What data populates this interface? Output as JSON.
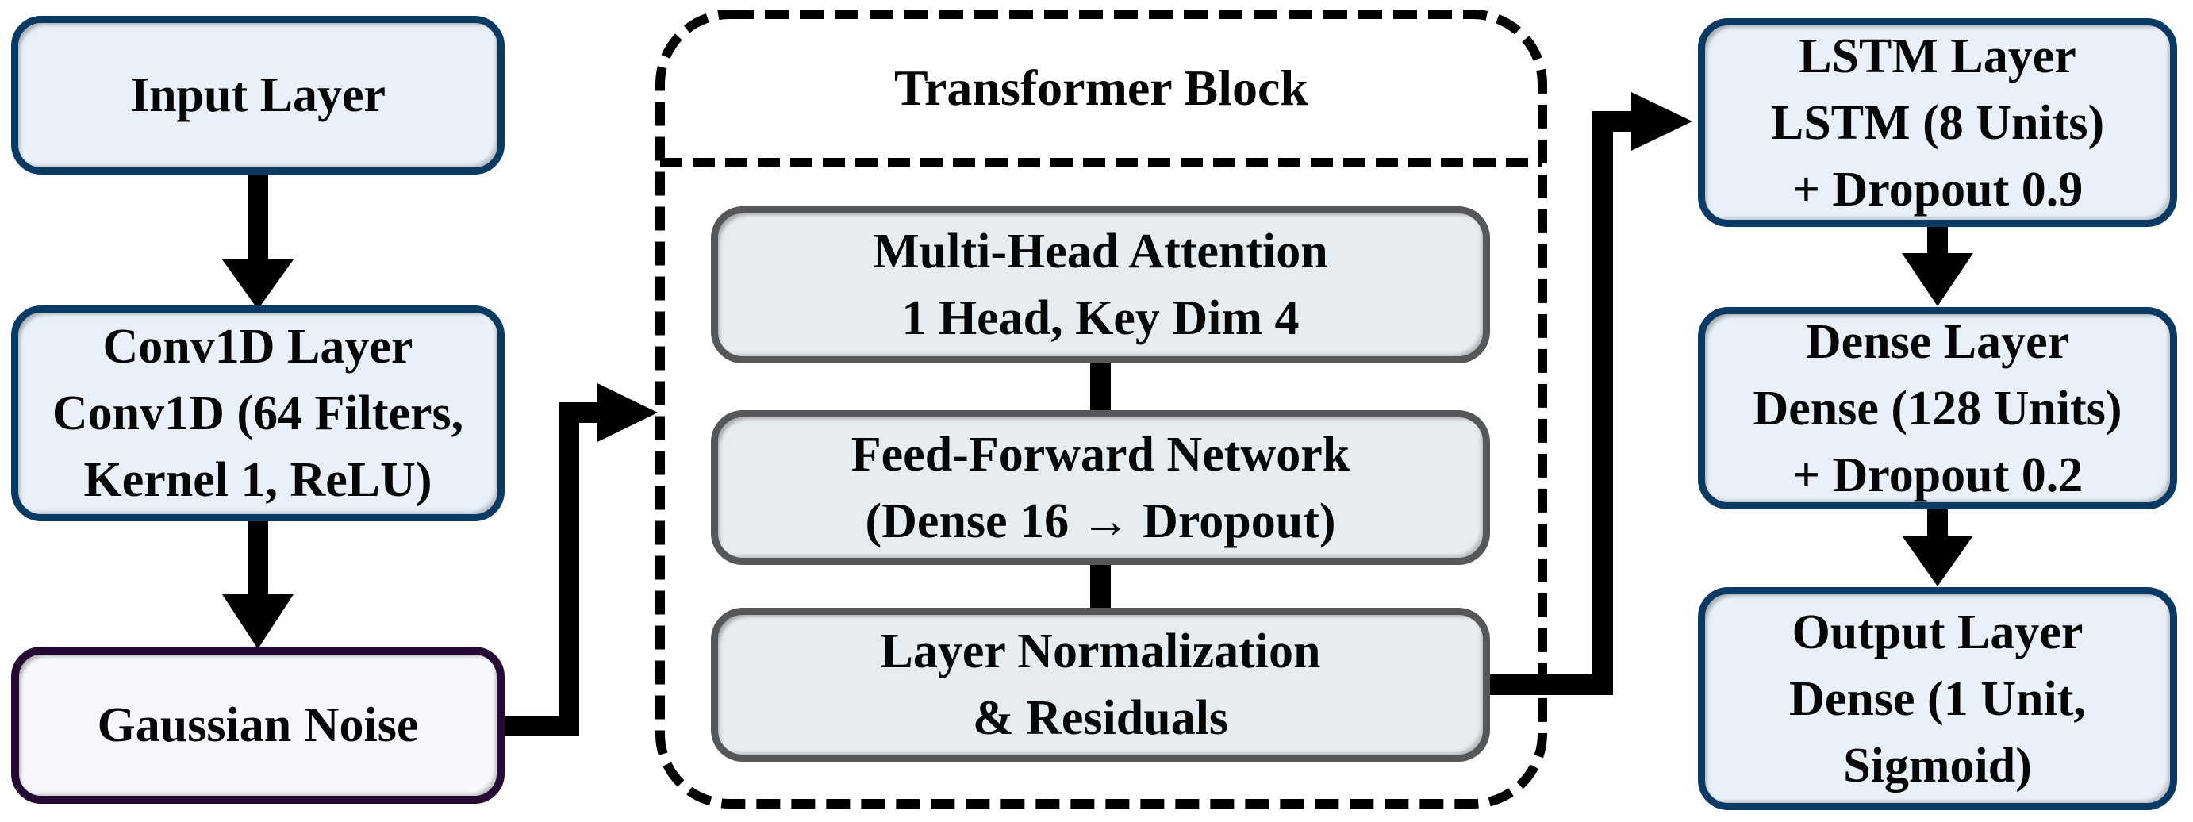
{
  "diagram": {
    "left_column": {
      "boxes": [
        {
          "id": "input-layer",
          "lines": [
            "Input Layer"
          ]
        },
        {
          "id": "conv1d-layer",
          "lines": [
            "Conv1D Layer",
            "Conv1D (64 Filters,",
            "Kernel 1, ReLU)"
          ]
        },
        {
          "id": "gaussian-noise",
          "lines": [
            "Gaussian Noise"
          ]
        }
      ]
    },
    "transformer_block": {
      "title": "Transformer Block",
      "boxes": [
        {
          "id": "multi-head-attention",
          "lines": [
            "Multi-Head Attention",
            "1 Head, Key Dim 4"
          ]
        },
        {
          "id": "feed-forward-network",
          "lines": [
            "Feed-Forward Network",
            "(Dense 16 → Dropout)"
          ]
        },
        {
          "id": "layer-normalization",
          "lines": [
            "Layer Normalization",
            "& Residuals"
          ]
        }
      ]
    },
    "right_column": {
      "boxes": [
        {
          "id": "lstm-layer",
          "lines": [
            "LSTM Layer",
            "LSTM (8 Units)",
            "+ Dropout 0.9"
          ]
        },
        {
          "id": "dense-layer",
          "lines": [
            "Dense Layer",
            "Dense (128 Units)",
            "+ Dropout 0.2"
          ]
        },
        {
          "id": "output-layer",
          "lines": [
            "Output Layer",
            "Dense (1 Unit,",
            "Sigmoid)"
          ]
        }
      ]
    },
    "colors": {
      "outer_box_fill": "#e9f0f9",
      "outer_box_border": "#093a63",
      "gaussian_fill": "#f7f8fd",
      "gaussian_border": "#250a33",
      "inner_box_fill": "#e7ecf1",
      "inner_box_border": "#565758",
      "connector": "#000000"
    }
  }
}
